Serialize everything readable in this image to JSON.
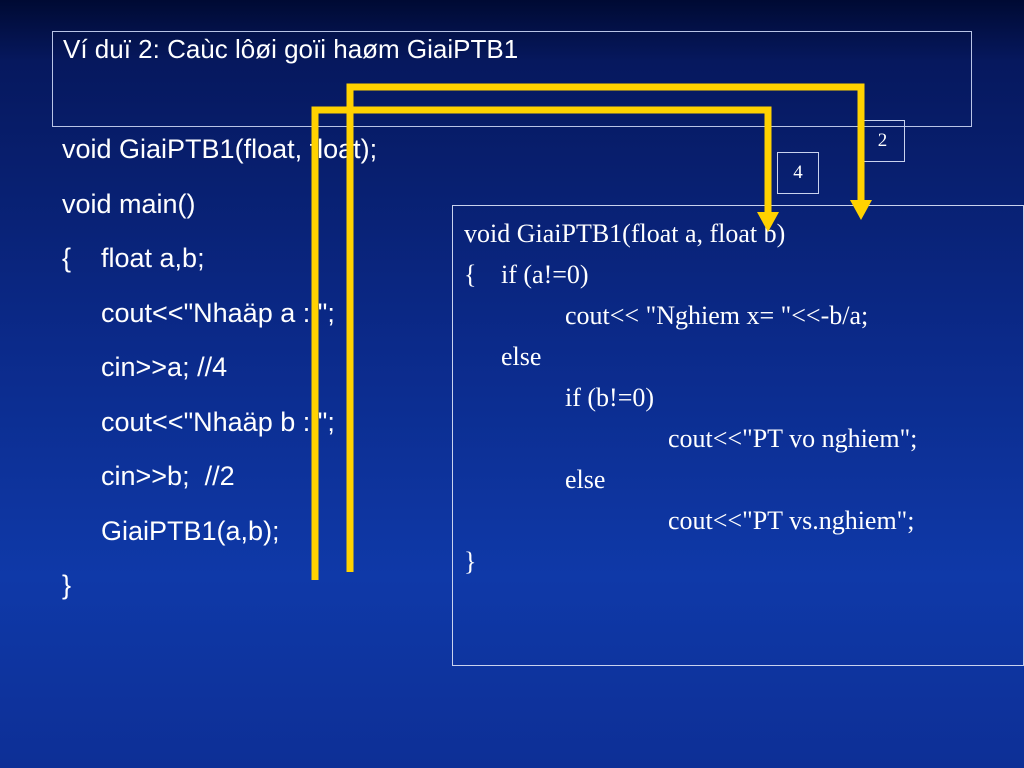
{
  "slide": {
    "title": "Ví duï 2: Caùc lôøi goïi haøm GiaiPTB1"
  },
  "main_code": {
    "lines": [
      "void GiaiPTB1(float, float);",
      "void main()",
      "{",
      "float a,b;",
      "cout<<\"Nhaäp a : \";",
      "cin>>a; //4",
      "cout<<\"Nhaäp b : \";",
      "cin>>b;  //2",
      "GiaiPTB1(a,b);",
      "}"
    ]
  },
  "function_code": {
    "lines": [
      "void GiaiPTB1(float a, float b)",
      "{",
      "if (a!=0)",
      "cout<< \"Nghiem x= \"<<-b/a;",
      "else",
      "if (b!=0)",
      "cout<<\"PT vo nghiem\";",
      "else",
      "cout<<\"PT vs.nghiem\";",
      "}"
    ]
  },
  "labels": {
    "arg_a_value": "4",
    "arg_b_value": "2"
  },
  "colors": {
    "arrow": "#ffd200",
    "text": "#ffffff",
    "background": "#0b2a8a"
  }
}
